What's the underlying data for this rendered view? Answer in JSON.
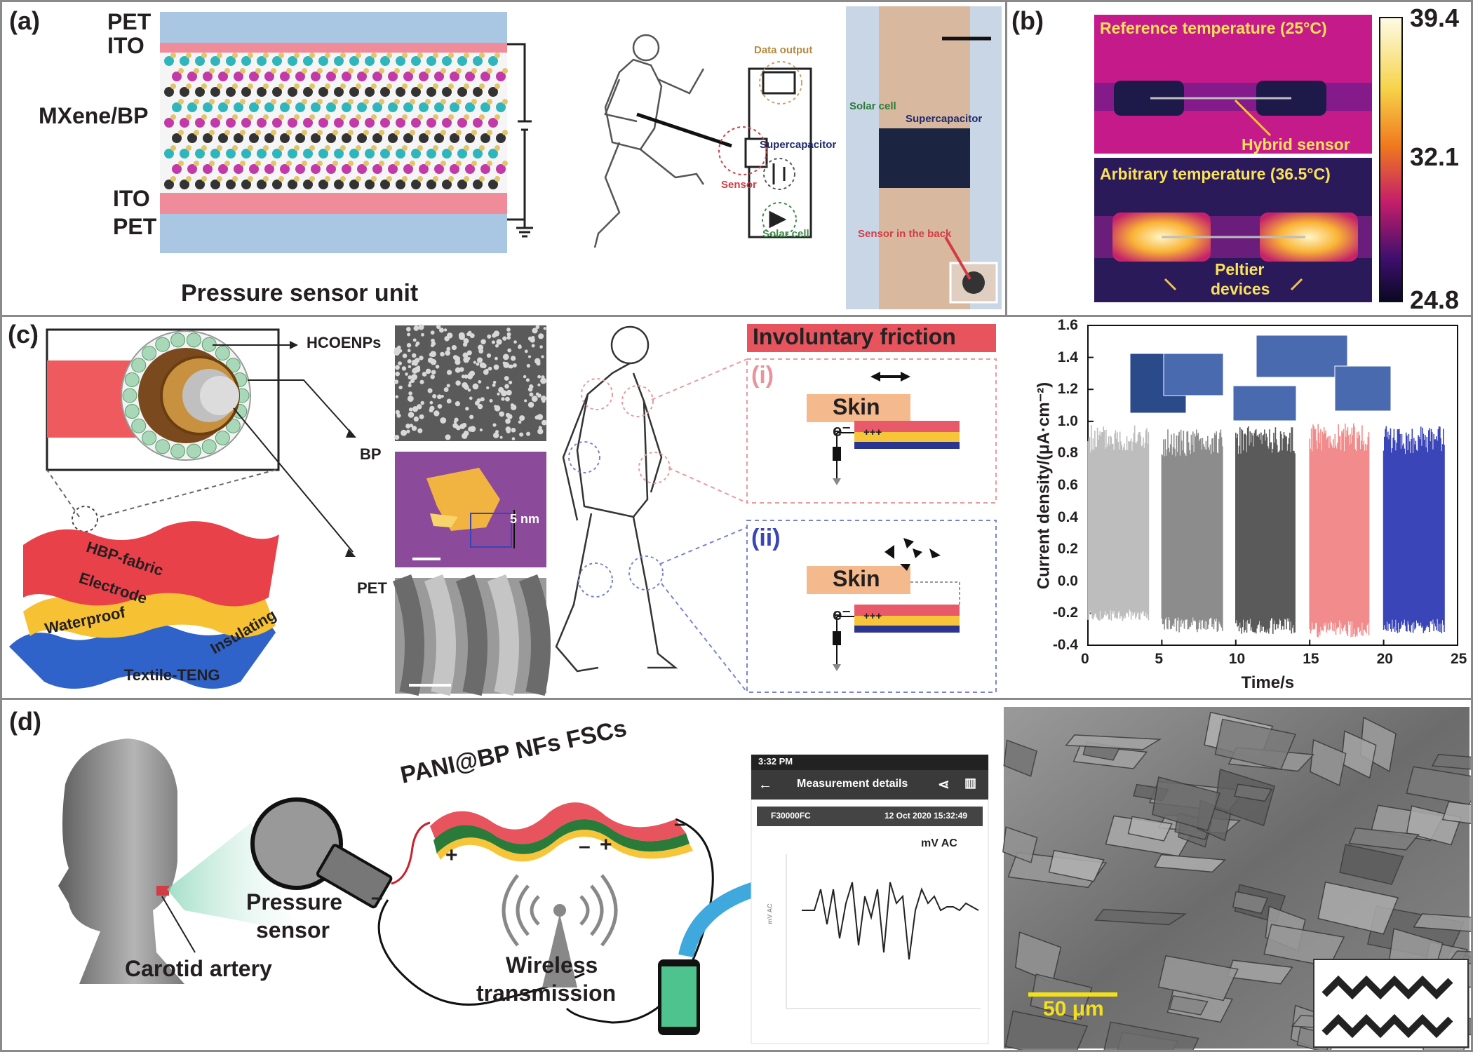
{
  "panel_a": {
    "label": "(a)",
    "layers": {
      "pet_top": "PET",
      "ito_top": "ITO",
      "mxene": "MXene/BP",
      "ito_bottom": "ITO",
      "pet_bottom": "PET"
    },
    "caption": "Pressure sensor unit",
    "circuit": {
      "data_output": "Data output",
      "supercapacitor": "Supercapacitor",
      "sensor": "Sensor",
      "solar_cell": "Solar cell"
    },
    "photo": {
      "solar_cell": "Solar cell",
      "supercapacitor": "Supercapacitor",
      "sensor_back": "Sensor in the back"
    }
  },
  "panel_b": {
    "label": "(b)",
    "ref_title": "Reference temperature (25°C)",
    "hybrid": "Hybrid sensor",
    "arb_title": "Arbitrary temperature (36.5°C)",
    "peltier": "Peltier",
    "devices": "devices",
    "colorbar_ticks": [
      "39.4",
      "32.1",
      "24.8"
    ]
  },
  "panel_c": {
    "label": "(c)",
    "hcoenps": "HCOENPs",
    "bp": "BP",
    "pet": "PET",
    "nm": "5 nm",
    "layers": {
      "hbp": "HBP-fabric",
      "electrode": "Electrode",
      "waterproof": "Waterproof",
      "insulating": "Insulating"
    },
    "teng": "Textile-TENG",
    "friction_title": "Involuntary friction",
    "mode_i": "(i)",
    "mode_ii": "(ii)",
    "skin": "Skin",
    "electron": "e⁻",
    "charges": "+++"
  },
  "chart_data": {
    "type": "line",
    "xlabel": "Time/s",
    "ylabel": "Current density/(μA·cm⁻²)",
    "xlim": [
      0,
      25
    ],
    "ylim": [
      -0.4,
      1.6
    ],
    "xticks": [
      0,
      5,
      10,
      15,
      20,
      25
    ],
    "yticks": [
      -0.4,
      -0.2,
      0.0,
      0.2,
      0.4,
      0.6,
      0.8,
      1.0,
      1.2,
      1.4,
      1.6
    ],
    "series": [
      {
        "x_range": [
          0,
          4.1
        ],
        "baseline": 0.02,
        "peak_max": 0.98,
        "trough_min": -0.25,
        "color": "#bdbdbd"
      },
      {
        "x_range": [
          5,
          9.1
        ],
        "baseline": 0.0,
        "peak_max": 0.95,
        "trough_min": -0.32,
        "color": "#8c8c8c"
      },
      {
        "x_range": [
          10,
          14
        ],
        "baseline": 0.0,
        "peak_max": 0.97,
        "trough_min": -0.33,
        "color": "#5a5a5a"
      },
      {
        "x_range": [
          15,
          19
        ],
        "baseline": 0.0,
        "peak_max": 0.99,
        "trough_min": -0.35,
        "color": "#f28c8c"
      },
      {
        "x_range": [
          20,
          24.1
        ],
        "baseline": 0.0,
        "peak_max": 0.97,
        "trough_min": -0.33,
        "color": "#3a45b8"
      }
    ]
  },
  "panel_d": {
    "label": "(d)",
    "fscs": "PANI@BP NFs FSCs",
    "pressure": "Pressure",
    "sensor": "sensor",
    "carotid": "Carotid artery",
    "wireless": "Wireless",
    "transmission": "transmission",
    "plus": "+",
    "minus": "–",
    "phone": {
      "time": "3:32 PM",
      "title": "Measurement details",
      "device": "F30000FC",
      "date": "12 Oct 2020 15:32:49",
      "unit": "mV AC",
      "axis": "mV AC"
    },
    "scale": "50 μm"
  },
  "colors": {
    "pink": "#e8545e",
    "magenta": "#d8188a",
    "skin": "#f4b98d",
    "blue": "#3a45b8",
    "red_band": "#e85a6a",
    "yellow_band": "#f6c53a",
    "navy_band": "#2a3590"
  }
}
